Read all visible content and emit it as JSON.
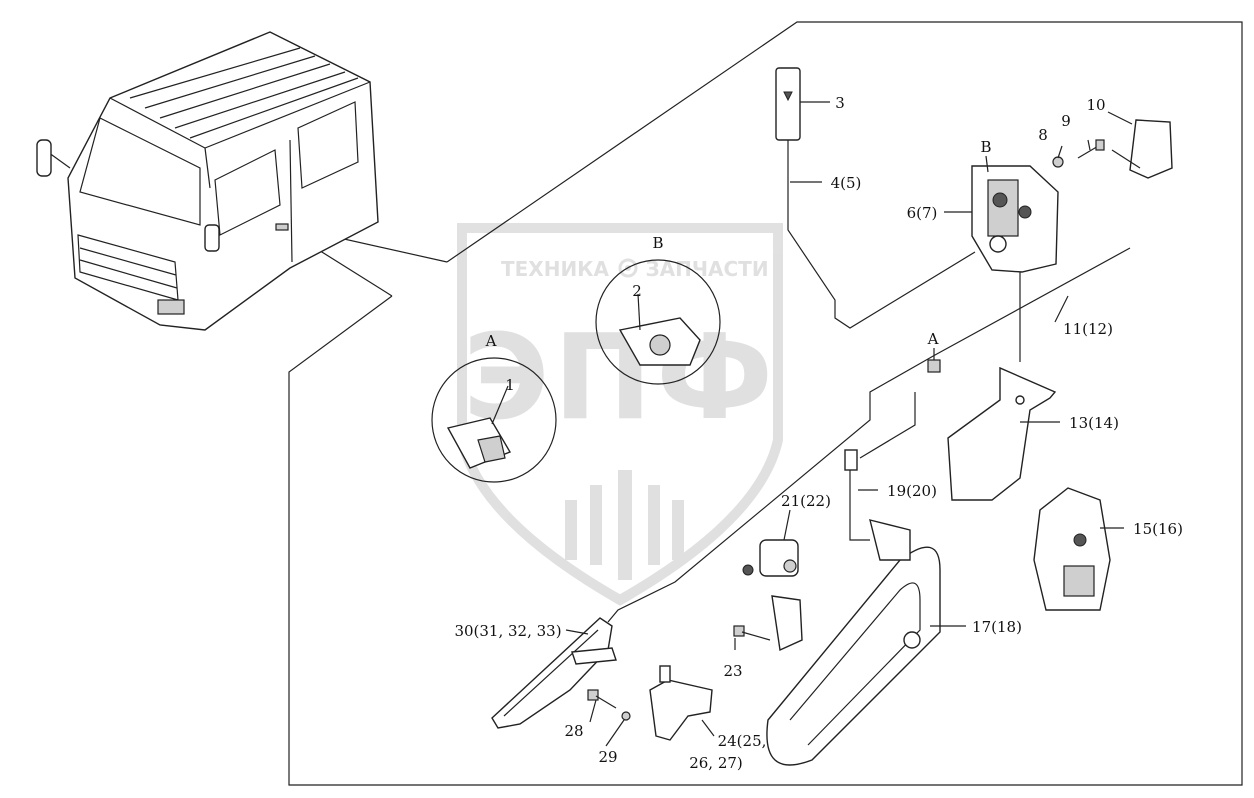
{
  "watermark": {
    "company": "ТЕХНИКА",
    "tagline": "ЗАПЧАСТИ",
    "logo": "ЭПФ",
    "color": "#c8c8c8"
  },
  "callouts": [
    {
      "id": "c1",
      "text": "1"
    },
    {
      "id": "c2",
      "text": "2"
    },
    {
      "id": "c3",
      "text": "3"
    },
    {
      "id": "c4",
      "text": "4(5)"
    },
    {
      "id": "c6",
      "text": "6(7)"
    },
    {
      "id": "c8",
      "text": "8"
    },
    {
      "id": "c9",
      "text": "9"
    },
    {
      "id": "c10",
      "text": "10"
    },
    {
      "id": "c11",
      "text": "11(12)"
    },
    {
      "id": "c13",
      "text": "13(14)"
    },
    {
      "id": "c15",
      "text": "15(16)"
    },
    {
      "id": "c17",
      "text": "17(18)"
    },
    {
      "id": "c19",
      "text": "19(20)"
    },
    {
      "id": "c21",
      "text": "21(22)"
    },
    {
      "id": "c23",
      "text": "23"
    },
    {
      "id": "c24a",
      "text": "24(25,"
    },
    {
      "id": "c24b",
      "text": "26, 27)"
    },
    {
      "id": "c28",
      "text": "28"
    },
    {
      "id": "c29",
      "text": "29"
    },
    {
      "id": "c30",
      "text": "30(31, 32, 33)"
    }
  ],
  "detail_views": [
    {
      "id": "A",
      "label": "A"
    },
    {
      "id": "B",
      "label": "B"
    }
  ],
  "reference_marks": {
    "A": "A",
    "B": "B"
  }
}
